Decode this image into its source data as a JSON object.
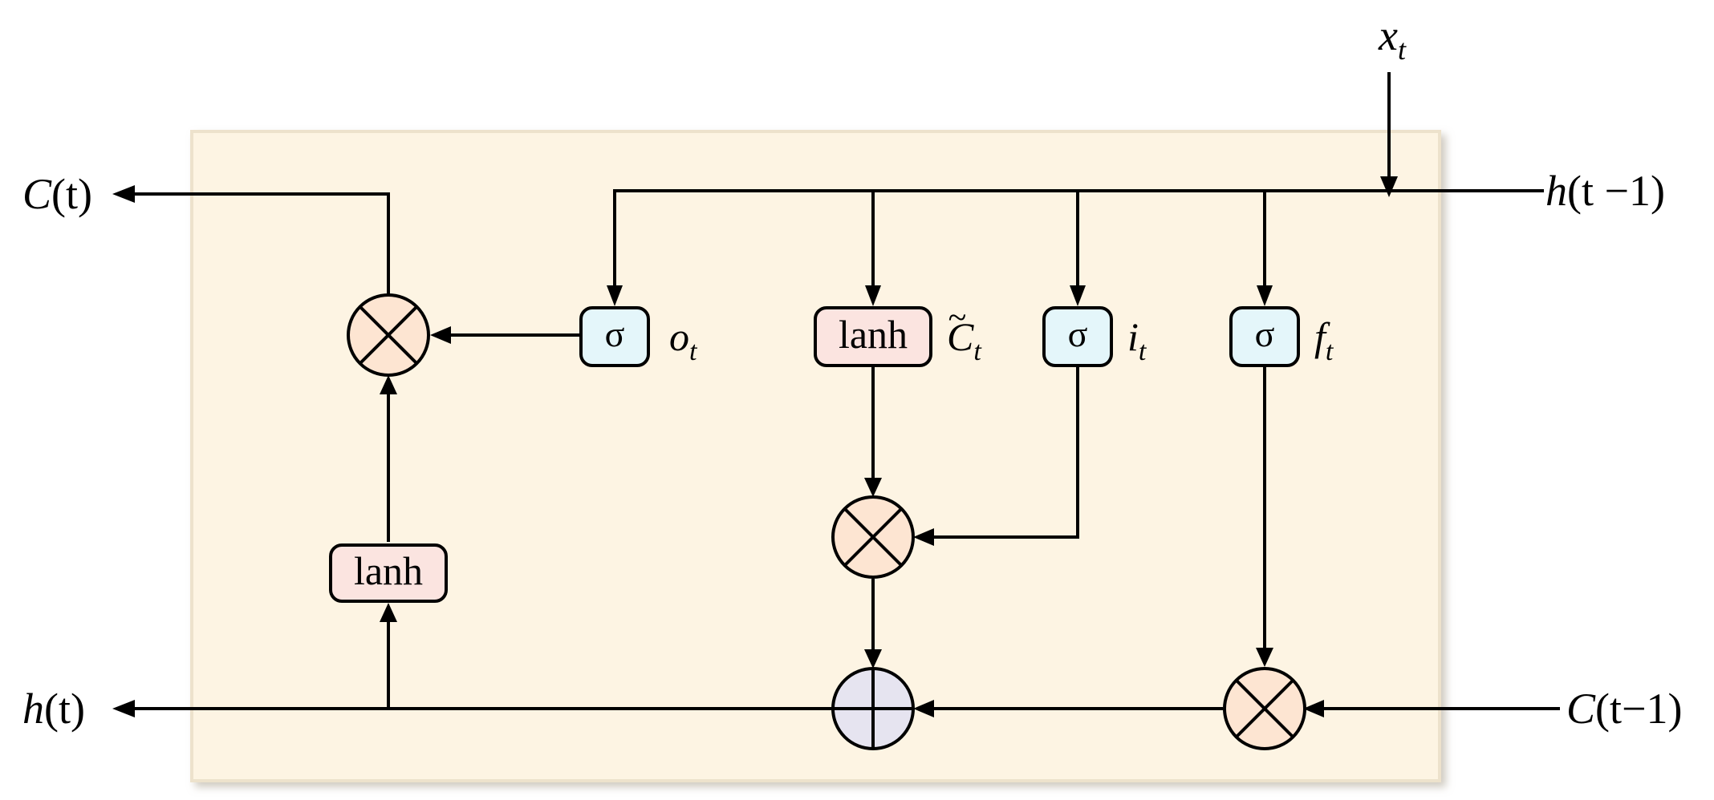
{
  "labels": {
    "x_in": "x",
    "x_in_sub": "t",
    "h_prev": "h",
    "h_prev_args": "(t −1)",
    "c_out": "C",
    "c_out_args": "(t)",
    "h_out": "h",
    "h_out_args": "(t)",
    "c_prev": "C",
    "c_prev_args": "(t−1)"
  },
  "gates": {
    "output_sigma": "σ",
    "output_label": "o",
    "output_label_sub": "t",
    "candidate_tanh": "lanh",
    "candidate_label": "C",
    "candidate_label_tilde": "~",
    "candidate_label_sub": "t",
    "input_sigma": "σ",
    "input_label": "i",
    "input_label_sub": "t",
    "forget_sigma": "σ",
    "forget_label": "f",
    "forget_label_sub": "t",
    "output_tanh": "lanh"
  },
  "colors": {
    "cell_background": "#fdf4e3",
    "cell_border": "#ede2cc",
    "sigma_fill": "#e4f6fa",
    "tanh_fill": "#fbe4e0",
    "multiply_fill": "#fde5d2",
    "add_fill": "#e6e4f0",
    "line": "#000000"
  }
}
